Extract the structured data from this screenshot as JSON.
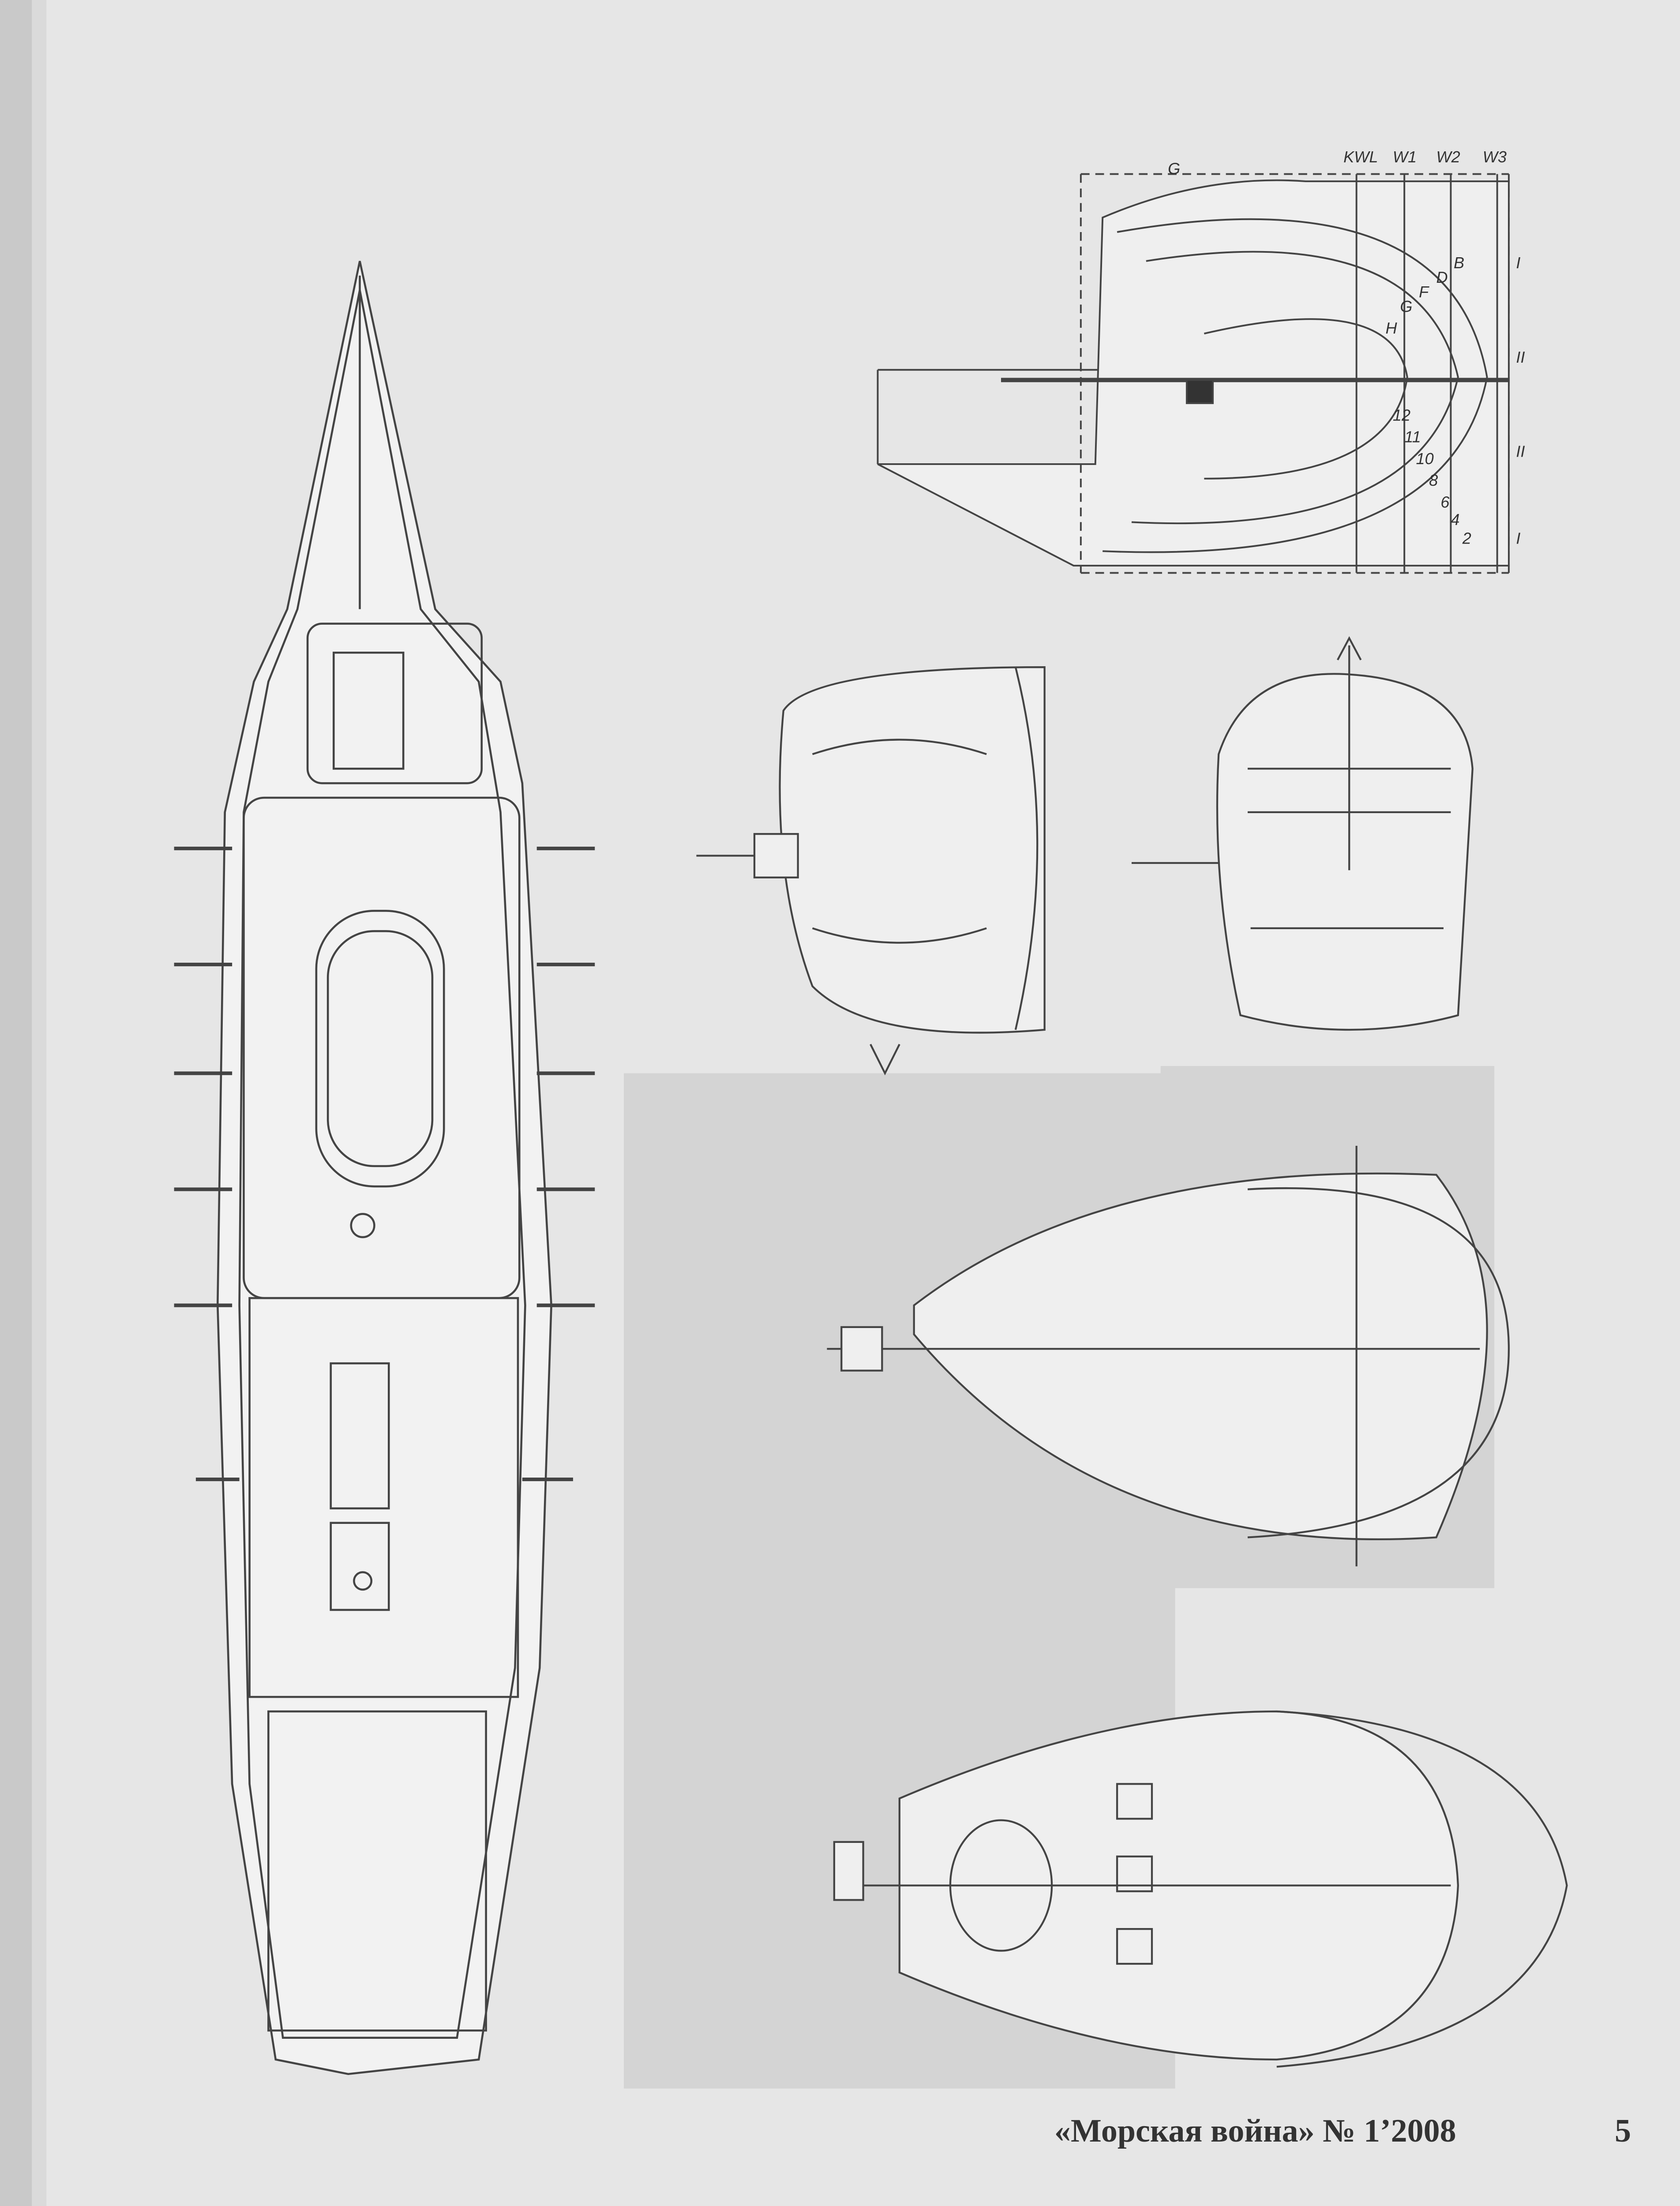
{
  "body_plan": {
    "top_label": "G",
    "waterlines": [
      "KWL",
      "W1",
      "W2",
      "W3"
    ],
    "stations_bottom": [
      "I",
      "II",
      "II",
      "I"
    ],
    "frame_labels_fore": [
      "H",
      "G",
      "F",
      "D",
      "B"
    ],
    "frame_labels_aft": [
      "12",
      "11",
      "10",
      "8",
      "6",
      "4",
      "2"
    ]
  },
  "footer": {
    "magazine": "«Морская война» № 1’2008",
    "page_number": "5"
  },
  "colors": {
    "paper": "#e6e6e6",
    "ink": "#333333"
  }
}
